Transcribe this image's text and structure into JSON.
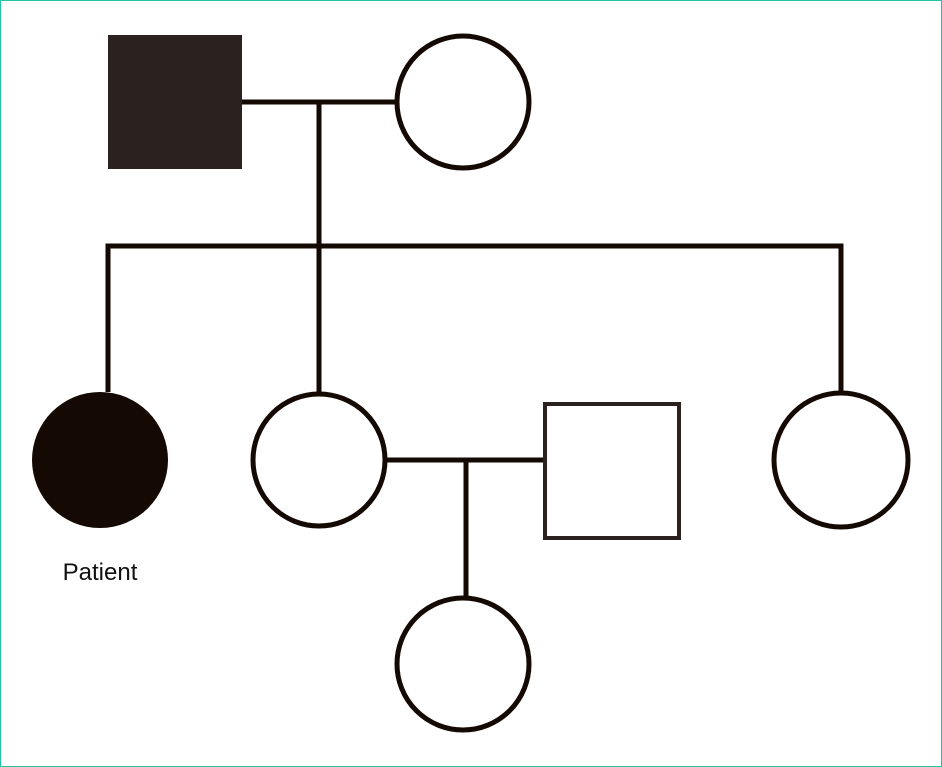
{
  "diagram": {
    "type": "pedigree",
    "colors": {
      "line": "#150a03",
      "affected_fill": "#150a03",
      "father_fill": "#2b2220",
      "border": "#1fc4a6"
    },
    "generations": [
      {
        "members": [
          {
            "id": "father",
            "sex": "male",
            "affected": true
          },
          {
            "id": "mother",
            "sex": "female",
            "affected": false
          }
        ]
      },
      {
        "members": [
          {
            "id": "patient",
            "sex": "female",
            "affected": true,
            "label": "Patient"
          },
          {
            "id": "sister-1",
            "sex": "female",
            "affected": false
          },
          {
            "id": "sister-1-husband",
            "sex": "male",
            "affected": false
          },
          {
            "id": "sister-2",
            "sex": "female",
            "affected": false
          }
        ]
      },
      {
        "members": [
          {
            "id": "niece",
            "sex": "female",
            "affected": false
          }
        ]
      }
    ],
    "patient_label": "Patient"
  }
}
